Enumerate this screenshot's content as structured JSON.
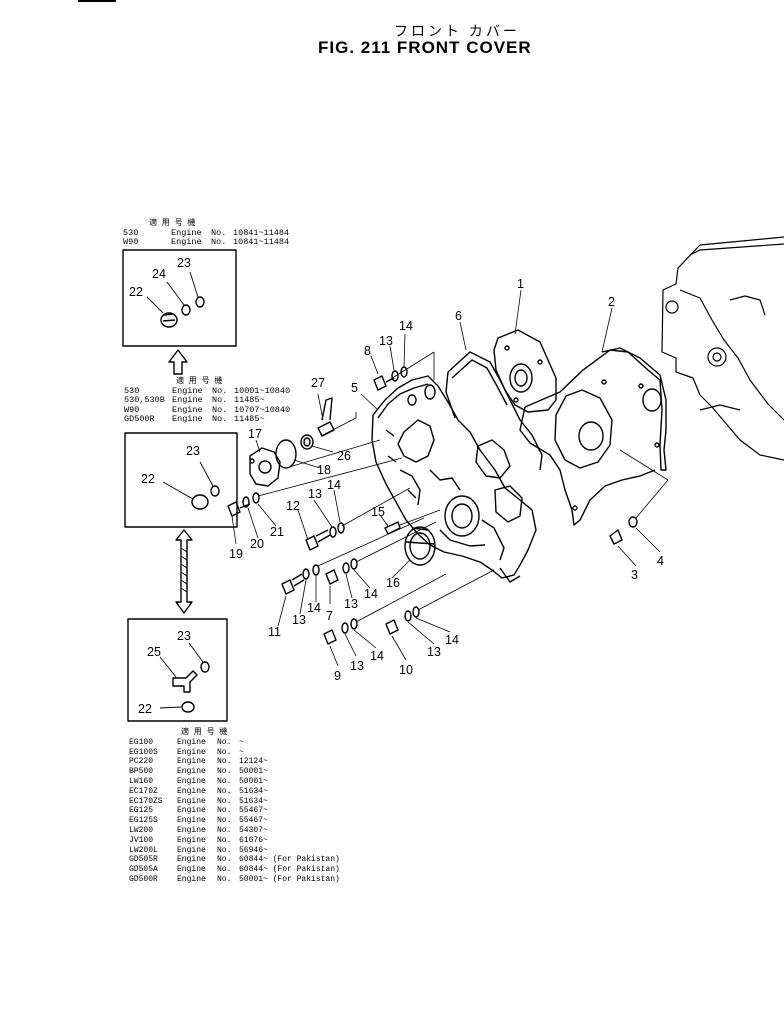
{
  "header": {
    "jp_title": "フロント カバー",
    "title": "FIG. 211  FRONT COVER"
  },
  "table_top": {
    "heading": "適 用 号 機",
    "rows": [
      {
        "model": "530",
        "label": "Engine",
        "no": "No.",
        "range": "10841~11484"
      },
      {
        "model": "W90",
        "label": "Engine",
        "no": "No.",
        "range": "10841~11484"
      }
    ]
  },
  "table_mid": {
    "heading": "適 用 号 機",
    "rows": [
      {
        "model": "530",
        "label": "Engine",
        "no": "No.",
        "range": "10001~10840"
      },
      {
        "model": "530,530B",
        "label": "Engine",
        "no": "No.",
        "range": "11485~"
      },
      {
        "model": "W90",
        "label": "Engine",
        "no": "No.",
        "range": "10707~10840"
      },
      {
        "model": "GD500R",
        "label": "Engine",
        "no": "No.",
        "range": "11485~"
      }
    ]
  },
  "table_bottom": {
    "heading": "適 用 号 機",
    "rows": [
      {
        "model": "EG100",
        "label": "Engine",
        "no": "No.",
        "range": "  ~"
      },
      {
        "model": "EG100S",
        "label": "Engine",
        "no": "No.",
        "range": "  ~"
      },
      {
        "model": "PC220",
        "label": "Engine",
        "no": "No.",
        "range": "12124~"
      },
      {
        "model": "BP500",
        "label": "Engine",
        "no": "No.",
        "range": "50001~"
      },
      {
        "model": "LW160",
        "label": "Engine",
        "no": "No.",
        "range": "50001~"
      },
      {
        "model": "EC170Z",
        "label": "Engine",
        "no": "No.",
        "range": "51634~"
      },
      {
        "model": "EC170ZS",
        "label": "Engine",
        "no": "No.",
        "range": "51634~"
      },
      {
        "model": "EG125",
        "label": "Engine",
        "no": "No.",
        "range": "55467~"
      },
      {
        "model": "EG125S",
        "label": "Engine",
        "no": "No.",
        "range": "55467~"
      },
      {
        "model": "LW200",
        "label": "Engine",
        "no": "No.",
        "range": "54307~"
      },
      {
        "model": "JV100",
        "label": "Engine",
        "no": "No.",
        "range": "61676~"
      },
      {
        "model": "LW200L",
        "label": "Engine",
        "no": "No.",
        "range": "56946~"
      },
      {
        "model": "GD505R",
        "label": "Engine",
        "no": "No.",
        "range": "60844~ (For  Pakistan)"
      },
      {
        "model": "GD505A",
        "label": "Engine",
        "no": "No.",
        "range": "60844~ (For  Pakistan)"
      },
      {
        "model": "GD500R",
        "label": "Engine",
        "no": "No.",
        "range": "50001~ (For  Pakistan)"
      }
    ]
  },
  "callouts": {
    "c1": "1",
    "c2": "2",
    "c3": "3",
    "c4": "4",
    "c5": "5",
    "c6": "6",
    "c7": "7",
    "c8": "8",
    "c9": "9",
    "c10": "10",
    "c11": "11",
    "c12": "12",
    "c13": "13",
    "c14": "14",
    "c15": "15",
    "c16": "16",
    "c17": "17",
    "c18": "18",
    "c19": "19",
    "c20": "20",
    "c21": "21",
    "c22": "22",
    "c23": "23",
    "c24": "24",
    "c25": "25",
    "c26": "26",
    "c27": "27"
  }
}
